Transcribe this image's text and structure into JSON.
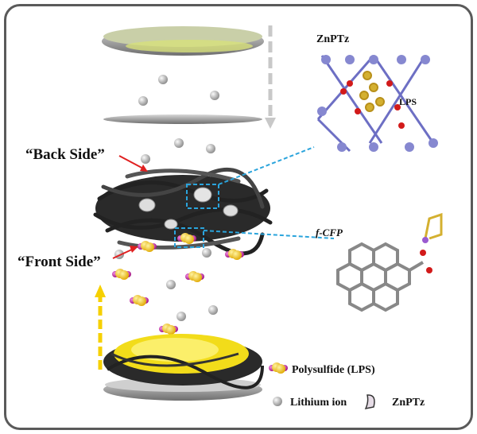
{
  "labels": {
    "back_side": "“Back Side”",
    "front_side": "“Front Side”",
    "znptz": "ZnPTz",
    "lps": "LPS",
    "fcfp": "f-CFP"
  },
  "legend": {
    "polysulfide": "Polysulfide (LPS)",
    "lithium": "Lithium ion",
    "znptz": "ZnPTz"
  },
  "colors": {
    "polysulfide_center": "#f2c200",
    "polysulfide_end": "#c0259a",
    "lithium": "#9a9a9a",
    "arrow_red": "#e02020",
    "dash_blue": "#2aa4dc",
    "fiber": "#222222",
    "nitrogen": "#6d6fc4",
    "oxygen": "#d21a1a",
    "carbon": "#777777"
  }
}
